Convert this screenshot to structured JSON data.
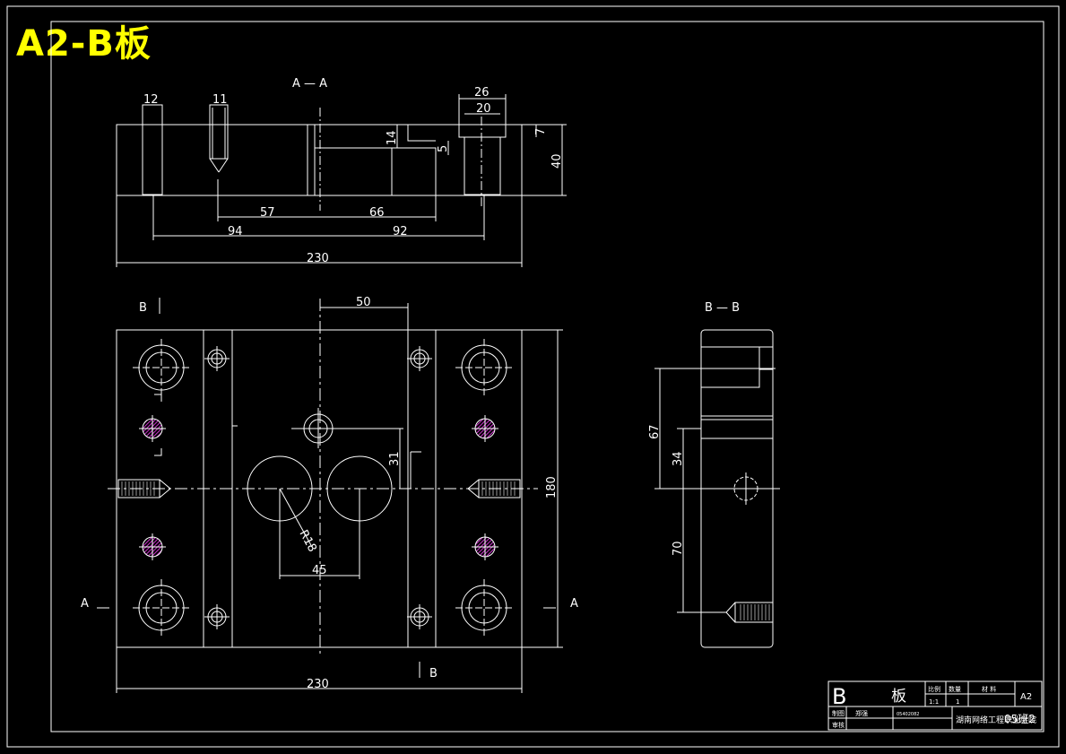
{
  "title": "A2-B板",
  "accent_color": "#ffff00",
  "hatch_color": "#cc33cc",
  "section_aa": {
    "label": "A — A",
    "dims": {
      "d12": "12",
      "d11": "11",
      "d26": "26",
      "d20": "20",
      "d7": "7",
      "d14": "14",
      "d5": "5",
      "d40": "40",
      "d57": "57",
      "d66": "66",
      "d94": "94",
      "d92": "92",
      "d230": "230"
    }
  },
  "plan_view": {
    "cut_b_top": "B",
    "cut_b_bottom": "B",
    "cut_a_left": "A",
    "cut_a_right": "A",
    "dims": {
      "d50": "50",
      "d31": "31",
      "r18": "R18",
      "d45": "45",
      "d180": "180",
      "d230": "230"
    }
  },
  "section_bb": {
    "label": "B — B",
    "dims": {
      "d67": "67",
      "d34": "34",
      "d70": "70"
    }
  },
  "title_block": {
    "part_letter": "B",
    "part_name": "板",
    "scale_header": "比例",
    "qty_header": "数量",
    "material_header": "材 料",
    "scale": "1:1",
    "qty": "1",
    "sheet_size": "A2",
    "drawn_label": "制图",
    "checked_label": "审核",
    "drawer": "郑强",
    "student_id": "05402082",
    "school": "湖南网络工程职业学院",
    "drawing_number": "05班2"
  }
}
